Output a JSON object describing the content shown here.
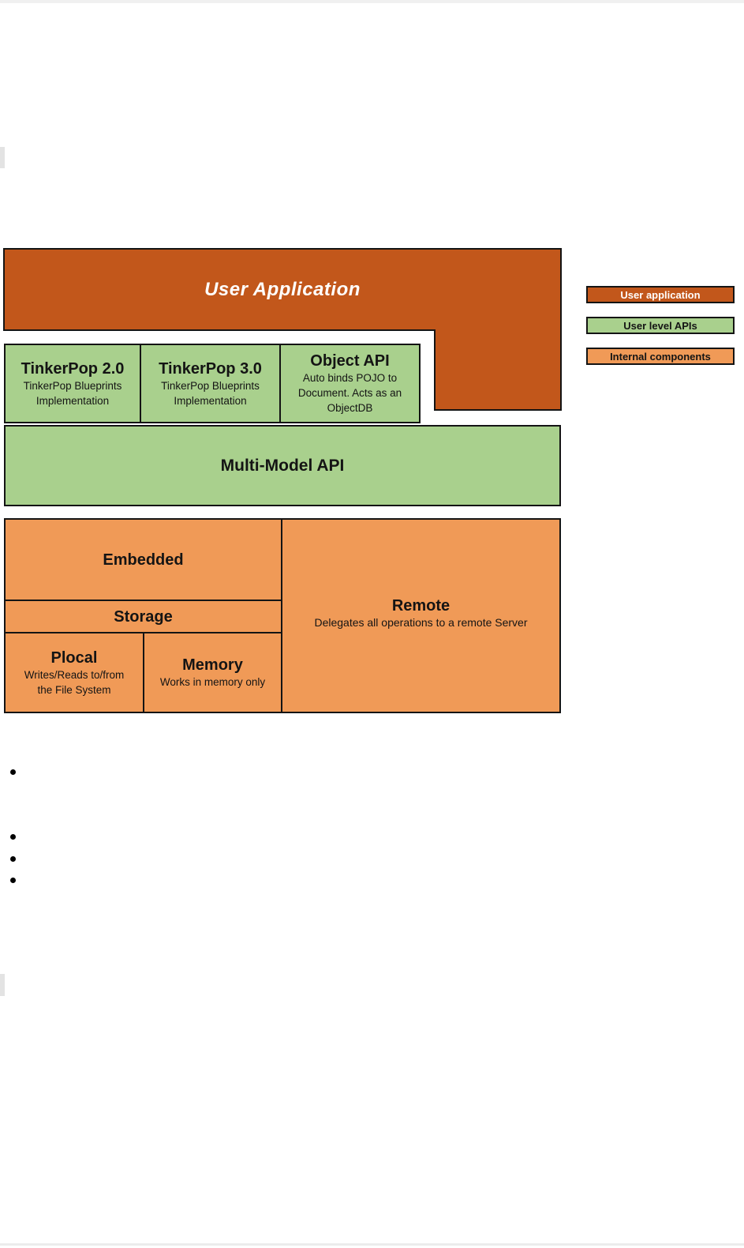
{
  "colors": {
    "user_application_fill": "#C2571B",
    "user_api_fill": "#A9D08D",
    "internal_fill": "#F09A57",
    "border": "#141414"
  },
  "diagram": {
    "user_application": {
      "label": "User Application"
    },
    "user_apis": {
      "tinkerpop2": {
        "title": "TinkerPop 2.0",
        "line1": "TinkerPop Blueprints",
        "line2": "Implementation"
      },
      "tinkerpop3": {
        "title": "TinkerPop 3.0",
        "line1": "TinkerPop Blueprints",
        "line2": "Implementation"
      },
      "object_api": {
        "title": "Object API",
        "line1": "Auto binds POJO to",
        "line2": "Document. Acts as an",
        "line3": "ObjectDB"
      },
      "multi_model": {
        "label": "Multi-Model API"
      }
    },
    "internal": {
      "embedded": {
        "label": "Embedded"
      },
      "storage": {
        "label": "Storage"
      },
      "plocal": {
        "title": "Plocal",
        "line1": "Writes/Reads to/from",
        "line2": "the File System"
      },
      "memory": {
        "title": "Memory",
        "line1": "Works in memory only"
      },
      "remote": {
        "title": "Remote",
        "subtitle": "Delegates all operations to a remote Server"
      }
    }
  },
  "legend": {
    "items": [
      {
        "label": "User application",
        "fill": "#C2571B",
        "text": "#FFFFFF"
      },
      {
        "label": "User level APIs",
        "fill": "#A9D08D",
        "text": "#141414"
      },
      {
        "label": "Internal components",
        "fill": "#F09A57",
        "text": "#141414"
      }
    ]
  }
}
